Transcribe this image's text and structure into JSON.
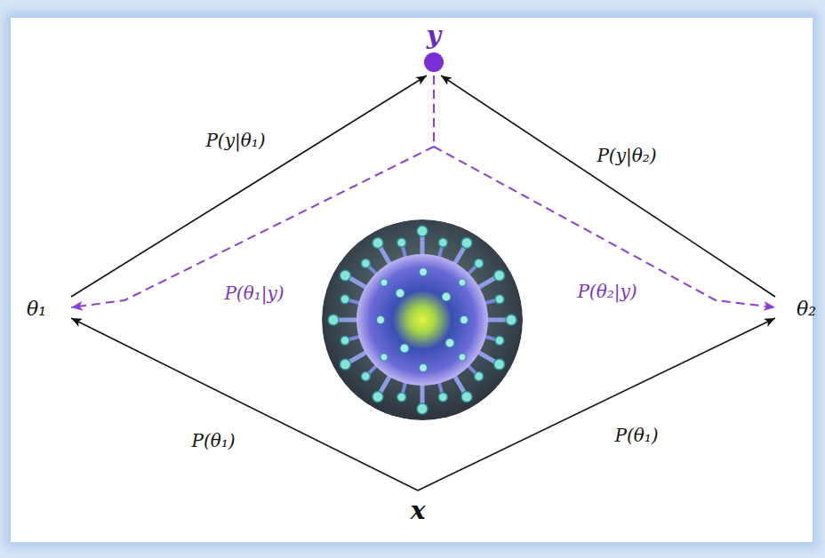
{
  "diagram": {
    "nodes": [
      {
        "text": [
          "y"
        ]
      },
      {
        "text": [
          "θ₁"
        ]
      },
      {
        "text": [
          "θ₂"
        ]
      },
      {
        "text": [
          "x"
        ]
      }
    ],
    "edges": [
      {
        "from": 3,
        "to": 1,
        "label": "P(θ₁)",
        "arrow": "to"
      },
      {
        "from": 3,
        "to": 2,
        "label": "P(θ₁)",
        "arrow": "to"
      },
      {
        "from": 1,
        "to": 0,
        "label": "P(y|θ₁)",
        "arrow": "to"
      },
      {
        "from": 2,
        "to": 0,
        "label": "P(y|θ₂)",
        "arrow": "to"
      },
      {
        "from": 0,
        "to": 1,
        "label": "P(θ₁|y)",
        "arrow": "to"
      },
      {
        "from": 0,
        "to": 2,
        "label": "P(θ₂|y)",
        "arrow": "to"
      }
    ]
  }
}
